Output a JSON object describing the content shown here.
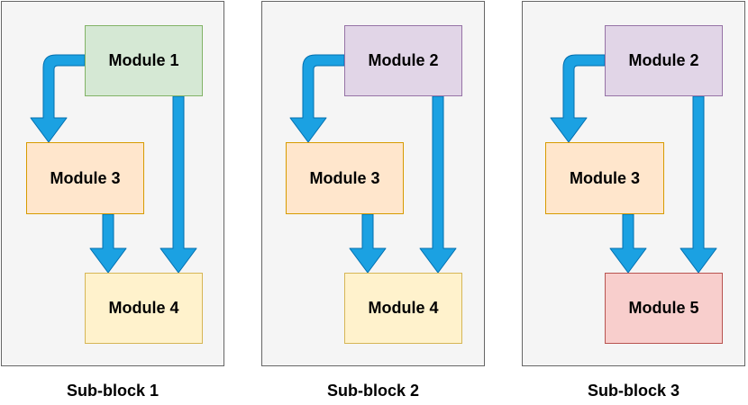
{
  "colors": {
    "arrow": "#1ba1e2",
    "arrow_stroke": "#006eaf",
    "panel_fill": "#f5f5f5",
    "panel_border": "#666666",
    "module_1_fill": "#d5e8d4",
    "module_1_border": "#82b366",
    "module_2_fill": "#e1d5e7",
    "module_2_border": "#9673a6",
    "module_3_fill": "#ffe6cc",
    "module_3_border": "#d79b00",
    "module_4_fill": "#fff2cc",
    "module_4_border": "#d6b656",
    "module_5_fill": "#f8cecc",
    "module_5_border": "#b85450"
  },
  "blocks": [
    {
      "caption": "Sub-block 1",
      "top_module": "Module 1",
      "middle_module": "Module 3",
      "bottom_module": "Module 4"
    },
    {
      "caption": "Sub-block 2",
      "top_module": "Module 2",
      "middle_module": "Module 3",
      "bottom_module": "Module 4"
    },
    {
      "caption": "Sub-block 3",
      "top_module": "Module 2",
      "middle_module": "Module 3",
      "bottom_module": "Module 5"
    }
  ]
}
